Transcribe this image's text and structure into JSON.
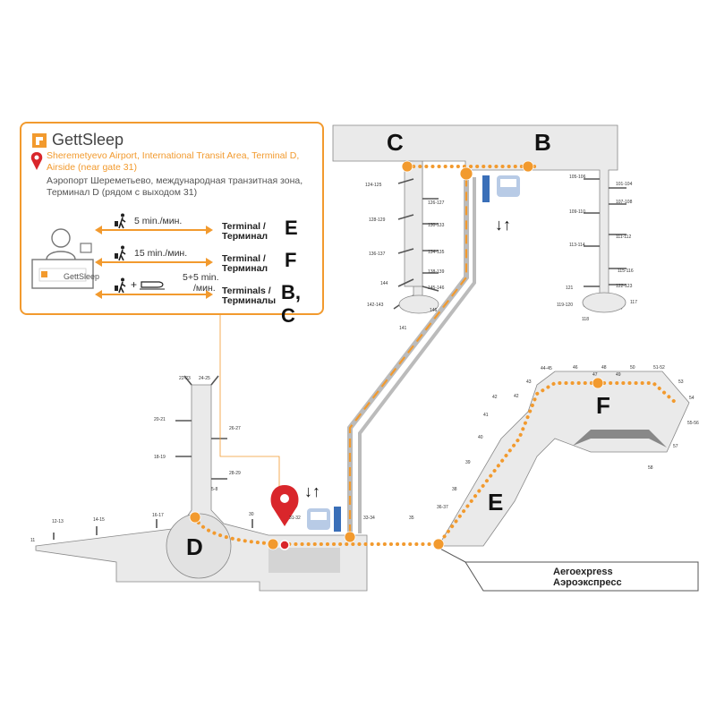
{
  "brand": {
    "name": "GettSleep"
  },
  "location": {
    "en": "Sheremetyevo Airport, International Transit Area, Terminal D, Airside (near gate 31)",
    "ru": "Аэропорт Шереметьево, международная транзитная зона, Терминал D (рядом с выходом 31)"
  },
  "desk_sign": "GettSleep",
  "routes": [
    {
      "time": "5 min./мин.",
      "label_line1": "Terminal /",
      "label_line2": "Терминал",
      "letter": "E"
    },
    {
      "time": "15 min./мин.",
      "label_line1": "Terminal /",
      "label_line2": "Терминал",
      "letter": "F"
    },
    {
      "time_line1": "5+5 min.",
      "time_line2": "/мин.",
      "label_line1": "Terminals /",
      "label_line2": "Терминалы",
      "letter": "B, C"
    }
  ],
  "terminals": [
    "C",
    "B",
    "D",
    "E",
    "F"
  ],
  "aeroexpress": {
    "en": "Aeroexpress",
    "ru": "Аэроэкспресс"
  },
  "transfer_arrows": "↓↑",
  "gates": {
    "C": [
      "124-125",
      "128-129",
      "136-137",
      "144",
      "142-143",
      "141",
      "126-127",
      "130-133",
      "134-135",
      "138-139",
      "145-146",
      "146"
    ],
    "B": [
      "105-106",
      "109-110",
      "113-114",
      "121",
      "119-120",
      "118",
      "101-104",
      "107-108",
      "111-112",
      "115-116",
      "122-123",
      "117"
    ],
    "D": [
      "11",
      "12-13",
      "14-15",
      "16-17",
      "18-19",
      "20-21",
      "22-23",
      "24-25",
      "26-27",
      "28-29",
      "5-8",
      "30",
      "31-32",
      "33-34",
      "35"
    ],
    "E": [
      "36-37",
      "38",
      "39",
      "40",
      "41",
      "42"
    ],
    "F": [
      "42",
      "43",
      "44-45",
      "46",
      "47",
      "48",
      "49",
      "50",
      "51-52",
      "53",
      "54",
      "55-56",
      "57",
      "58"
    ]
  },
  "colors": {
    "accent": "#f29a2e",
    "route_dots": "#f29a2e",
    "train": "#9ab4d8",
    "pin": "#d9262b"
  }
}
